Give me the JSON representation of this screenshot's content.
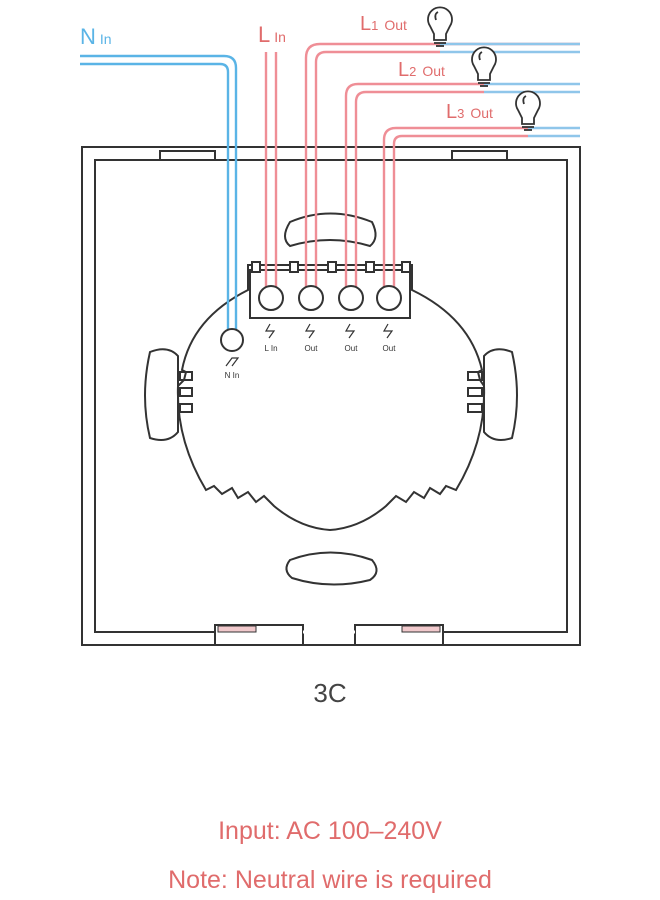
{
  "wire_labels": {
    "n_in": {
      "main": "N",
      "sub": "In"
    },
    "l_in": {
      "main": "L",
      "sub": "In"
    },
    "l1_out": {
      "main": "L",
      "num": "1",
      "sub": "Out"
    },
    "l2_out": {
      "main": "L",
      "num": "2",
      "sub": "Out"
    },
    "l3_out": {
      "main": "L",
      "num": "3",
      "sub": "Out"
    }
  },
  "terminal_labels": {
    "n_in": "N In",
    "l_in": "L In",
    "out1": "Out",
    "out2": "Out",
    "out3": "Out"
  },
  "model_caption": "3C",
  "notes": {
    "input": "Input: AC 100–240V",
    "neutral": "Note: Neutral wire is required"
  },
  "colors": {
    "neutral_wire": "#5ab4e6",
    "live_wire": "#ef8e96",
    "outline": "#333333",
    "note_text": "#e06c6c"
  }
}
